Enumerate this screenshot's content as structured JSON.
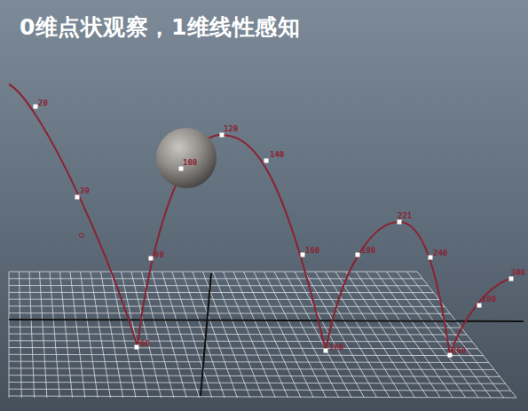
{
  "diagram": {
    "title": "0维点状观察，1维线性感知",
    "labels": [
      "20",
      "39",
      "60",
      "80",
      "100",
      "120",
      "140",
      "160",
      "180",
      "199",
      "221",
      "240",
      "260",
      "280",
      "300"
    ]
  }
}
